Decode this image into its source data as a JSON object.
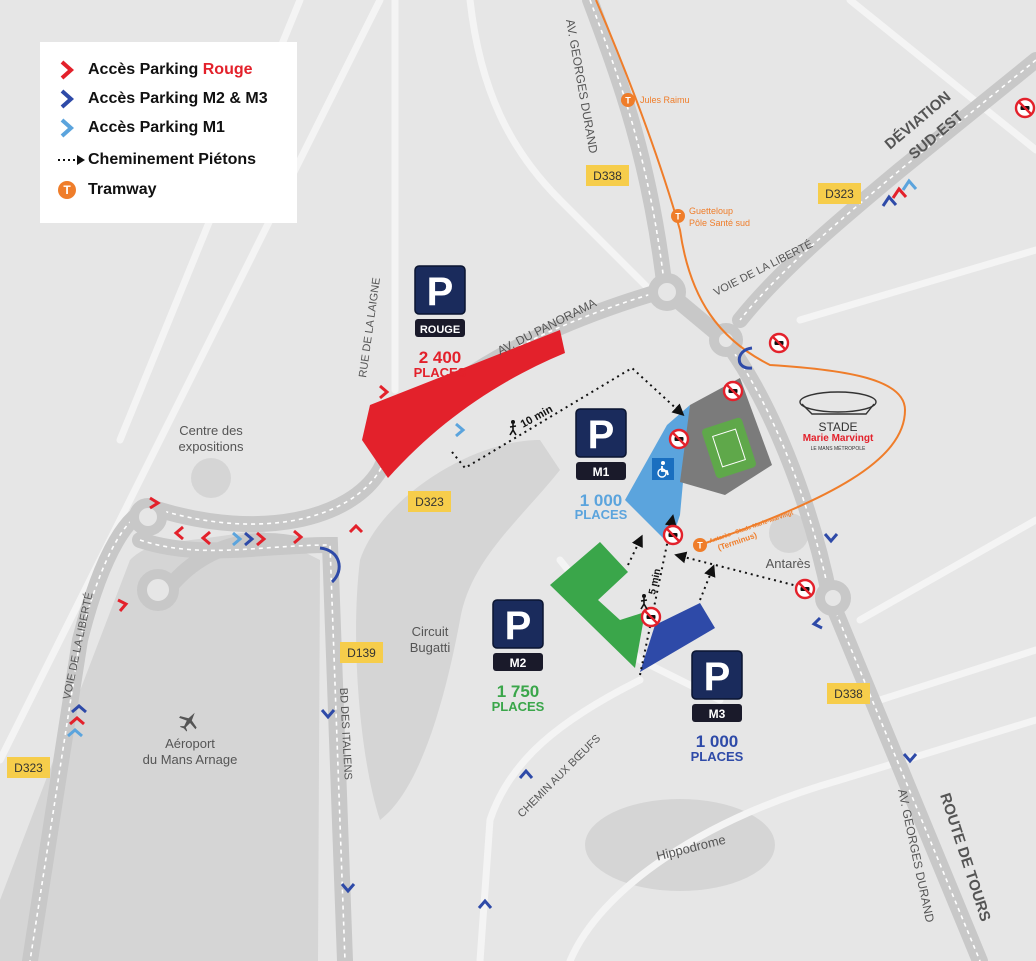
{
  "legend": {
    "rouge_prefix": "Accès Parking ",
    "rouge_word": "Rouge",
    "m2m3": "Accès Parking M2 & M3",
    "m1": "Accès Parking M1",
    "pietons": "Cheminement Piétons",
    "tramway": "Tramway",
    "tram_icon_letter": "T"
  },
  "parkings": {
    "p_letter": "P",
    "rouge": {
      "badge": "ROUGE",
      "count": "2 400",
      "unit": "PLACES"
    },
    "m1": {
      "badge": "M1",
      "count": "1 000",
      "unit": "PLACES"
    },
    "m2": {
      "badge": "M2",
      "count": "1 750",
      "unit": "PLACES"
    },
    "m3": {
      "badge": "M3",
      "count": "1 000",
      "unit": "PLACES"
    }
  },
  "roads": {
    "av_georges_durand_n": "AV. GEORGES DURAND",
    "av_georges_durand_s": "AV. GEORGES DURAND",
    "route_de_tours": "ROUTE DE TOURS",
    "deviation_1": "DÉVIATION",
    "deviation_2": "SUD-EST",
    "voie_liberte_ne": "VOIE DE LA LIBERTÉ",
    "voie_liberte_w": "VOIE DE LA LIBERTÉ",
    "av_panorama": "AV. DU PANORAMA",
    "rue_laigne": "RUE DE LA LAIGNE",
    "bd_italiens": "BD DES ITALIENS",
    "chemin_boeufs": "CHEMIN AUX BŒUFS"
  },
  "road_numbers": {
    "d338_n": "D338",
    "d323_ne": "D323",
    "d323_c": "D323",
    "d139": "D139",
    "d338_s": "D338",
    "d323_w": "D323"
  },
  "places": {
    "centre_1": "Centre des",
    "centre_2": "expositions",
    "circuit_1": "Circuit",
    "circuit_2": "Bugatti",
    "aeroport_1": "Aéroport",
    "aeroport_2": "du Mans Arnage",
    "hippodrome": "Hippodrome",
    "antares": "Antarès"
  },
  "tram_stops": {
    "jules_raimu": "Jules Raimu",
    "guetteloup_1": "Guetteloup",
    "guetteloup_2": "Pôle Santé sud",
    "terminus_1": "Antarès - Stade Marie-Marvingt",
    "terminus_2": "(Terminus)"
  },
  "walking": {
    "ten_min": "10 min",
    "five_min": "5 min"
  },
  "stadium": {
    "line1": "STADE",
    "line2": "Marie Marvingt",
    "line3": "LE MANS MÉTROPOLE"
  },
  "colors": {
    "background": "#e6e6e6",
    "road": "#c8c8c8",
    "road_dash": "#ffffff",
    "rouge": "#e3212b",
    "m1": "#5ba4dd",
    "m2": "#3aa64a",
    "m3": "#2e4aa8",
    "access_dark_blue": "#2e4aa8",
    "tram": "#ef7d2a",
    "road_number_bg": "#f6cd4b",
    "stadium_grey": "#7b7b7b",
    "pitch": "#5fa84a",
    "disabled": "#1a6fc0"
  },
  "icons": {
    "no_car": "no-car-icon",
    "tram": "tram-icon",
    "plane": "plane-icon",
    "pedestrian": "pedestrian-icon",
    "disabled": "wheelchair-icon",
    "parking": "parking-icon",
    "u_turn": "u-turn-arrow-icon"
  }
}
